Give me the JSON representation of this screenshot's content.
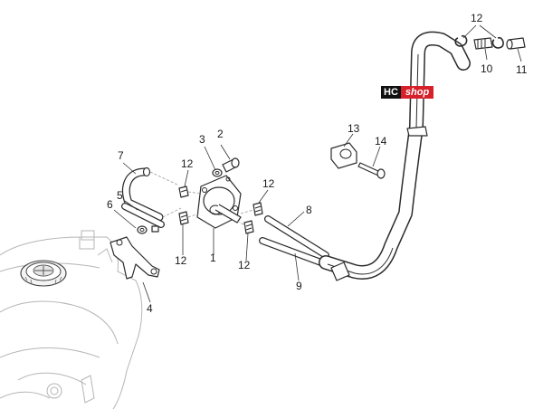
{
  "watermark": {
    "brand": "HC",
    "suffix": "shop",
    "brand_bg": "#111111",
    "suffix_bg": "#d6202a"
  },
  "callouts": [
    {
      "id": "c12a",
      "label": "12"
    },
    {
      "id": "c10",
      "label": "10"
    },
    {
      "id": "c11",
      "label": "11"
    },
    {
      "id": "c13",
      "label": "13"
    },
    {
      "id": "c14",
      "label": "14"
    },
    {
      "id": "c2",
      "label": "2"
    },
    {
      "id": "c3",
      "label": "3"
    },
    {
      "id": "c7",
      "label": "7"
    },
    {
      "id": "c12b",
      "label": "12"
    },
    {
      "id": "c12c",
      "label": "12"
    },
    {
      "id": "c5",
      "label": "5"
    },
    {
      "id": "c6",
      "label": "6"
    },
    {
      "id": "c8",
      "label": "8"
    },
    {
      "id": "c12d",
      "label": "12"
    },
    {
      "id": "c1",
      "label": "1"
    },
    {
      "id": "c12e",
      "label": "12"
    },
    {
      "id": "c9",
      "label": "9"
    },
    {
      "id": "c4",
      "label": "4"
    }
  ]
}
